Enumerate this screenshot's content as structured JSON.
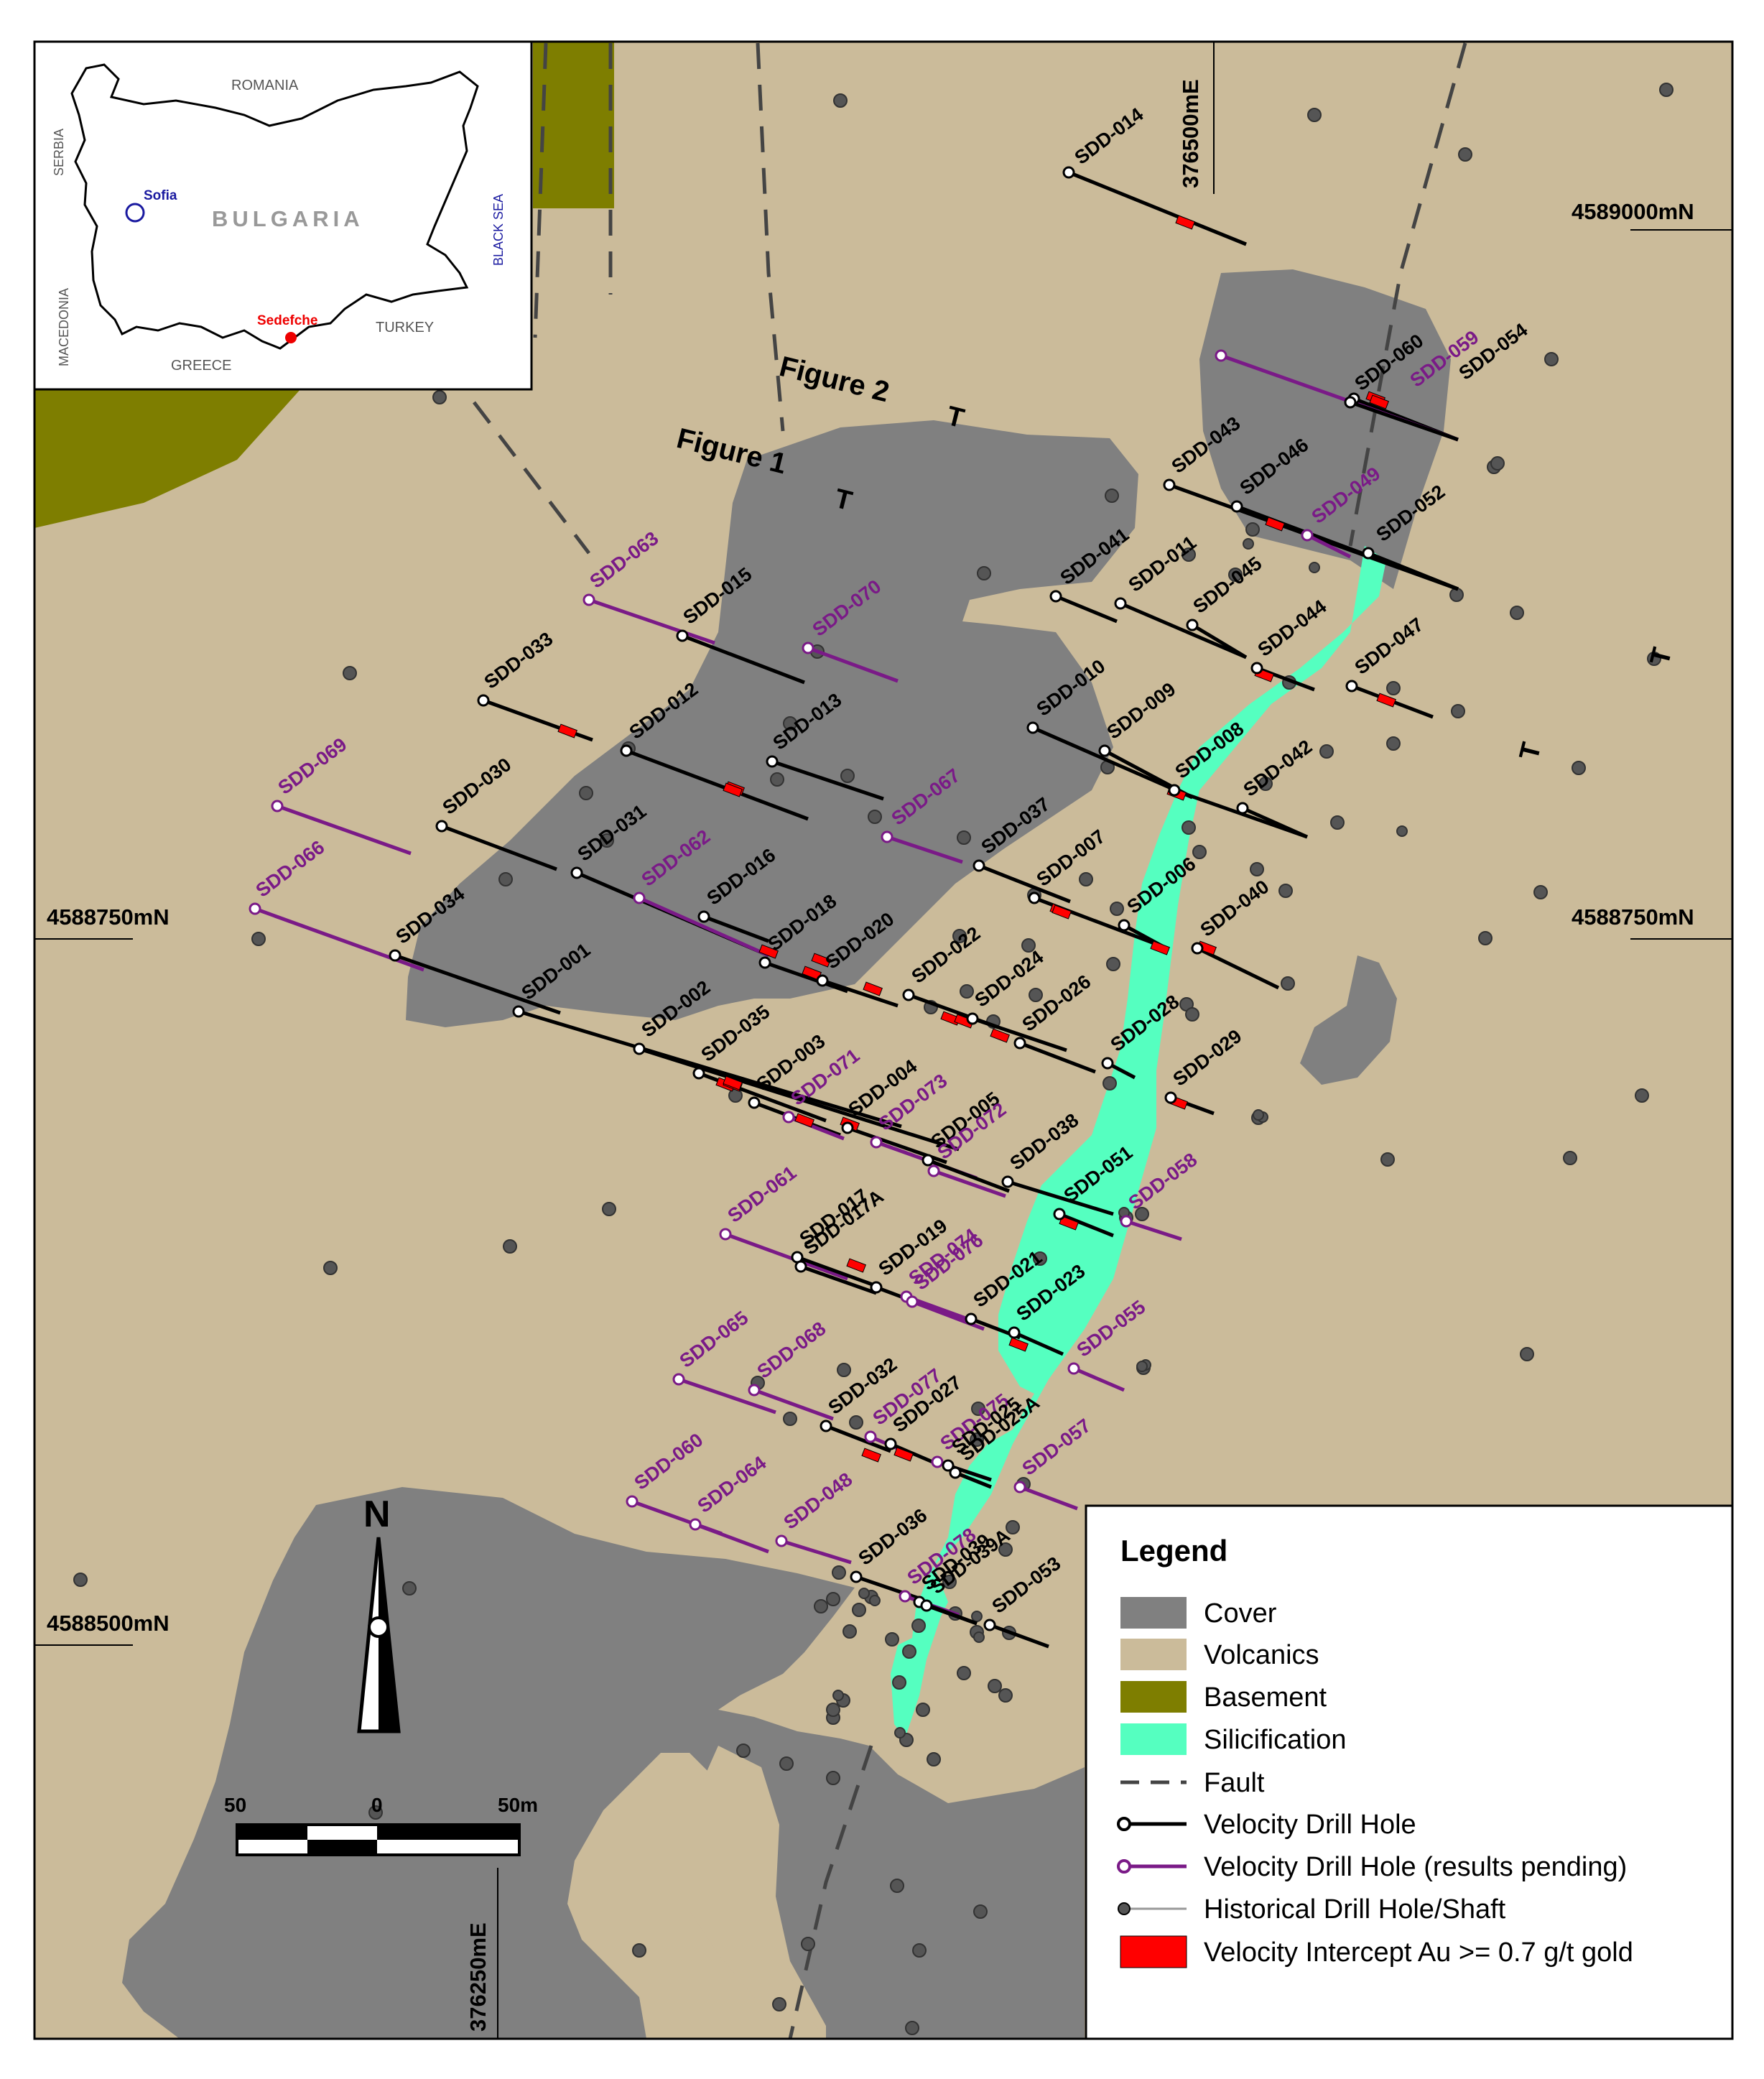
{
  "colors": {
    "cover": "#808080",
    "volcanics": "#cbbb9a",
    "basement": "#7e7e00",
    "silicification": "#55ffc0",
    "velocity": "#000000",
    "pending": "#7a1a87",
    "historical": "#888888",
    "intercept": "#ff0000"
  },
  "grid": {
    "n1": "4589000mN",
    "n2": "4588750mN",
    "n3": "4588750mN",
    "n4": "4588500mN",
    "e1": "376500mE",
    "e2": "376250mE"
  },
  "figures": {
    "f1": "Figure 1",
    "f2": "Figure 2",
    "t": "T"
  },
  "inset": {
    "romania": "ROMANIA",
    "serbia": "SERBIA",
    "sofia": "Sofia",
    "bulgaria": "BULGARIA",
    "black_sea": "BLACK SEA",
    "macedonia": "MACEDONIA",
    "sedefche": "Sedefche",
    "turkey": "TURKEY",
    "greece": "GREECE"
  },
  "north": "N",
  "scale": {
    "left": "50",
    "mid": "0",
    "right": "50m"
  },
  "legend": {
    "title": "Legend",
    "items": [
      {
        "label": "Cover",
        "icon": "cover-swatch"
      },
      {
        "label": "Volcanics",
        "icon": "volcanics-swatch"
      },
      {
        "label": "Basement",
        "icon": "basement-swatch"
      },
      {
        "label": "Silicification",
        "icon": "silicification-swatch"
      },
      {
        "label": "Fault",
        "icon": "fault-line"
      },
      {
        "label": "Velocity Drill Hole",
        "icon": "velocity-hole"
      },
      {
        "label": "Velocity Drill Hole (results pending)",
        "icon": "pending-hole"
      },
      {
        "label": "Historical Drill Hole/Shaft",
        "icon": "historical-hole"
      },
      {
        "label": "Velocity Intercept Au >= 0.7 g/t gold",
        "icon": "intercept-swatch"
      }
    ]
  },
  "drill_holes": [
    {
      "id": "SDD-014",
      "status": "velocity"
    },
    {
      "id": "SDD-060",
      "status": "velocity"
    },
    {
      "id": "SDD-059",
      "status": "pending"
    },
    {
      "id": "SDD-054",
      "status": "velocity"
    },
    {
      "id": "SDD-043",
      "status": "velocity"
    },
    {
      "id": "SDD-046",
      "status": "velocity"
    },
    {
      "id": "SDD-049",
      "status": "pending"
    },
    {
      "id": "SDD-052",
      "status": "velocity"
    },
    {
      "id": "SDD-041",
      "status": "velocity"
    },
    {
      "id": "SDD-011",
      "status": "velocity"
    },
    {
      "id": "SDD-045",
      "status": "velocity"
    },
    {
      "id": "SDD-044",
      "status": "velocity"
    },
    {
      "id": "SDD-047",
      "status": "velocity"
    },
    {
      "id": "SDD-063",
      "status": "pending"
    },
    {
      "id": "SDD-015",
      "status": "velocity"
    },
    {
      "id": "SDD-070",
      "status": "pending"
    },
    {
      "id": "SDD-033",
      "status": "velocity"
    },
    {
      "id": "SDD-012",
      "status": "velocity"
    },
    {
      "id": "SDD-010",
      "status": "velocity"
    },
    {
      "id": "SDD-009",
      "status": "velocity"
    },
    {
      "id": "SDD-008",
      "status": "velocity"
    },
    {
      "id": "SDD-042",
      "status": "velocity"
    },
    {
      "id": "SDD-013",
      "status": "velocity"
    },
    {
      "id": "SDD-069",
      "status": "pending"
    },
    {
      "id": "SDD-030",
      "status": "velocity"
    },
    {
      "id": "SDD-067",
      "status": "pending"
    },
    {
      "id": "SDD-037",
      "status": "velocity"
    },
    {
      "id": "SDD-031",
      "status": "velocity"
    },
    {
      "id": "SDD-062",
      "status": "pending"
    },
    {
      "id": "SDD-016",
      "status": "velocity"
    },
    {
      "id": "SDD-066",
      "status": "pending"
    },
    {
      "id": "SDD-007",
      "status": "velocity"
    },
    {
      "id": "SDD-006",
      "status": "velocity"
    },
    {
      "id": "SDD-040",
      "status": "velocity"
    },
    {
      "id": "SDD-034",
      "status": "velocity"
    },
    {
      "id": "SDD-018",
      "status": "velocity"
    },
    {
      "id": "SDD-020",
      "status": "velocity"
    },
    {
      "id": "SDD-001",
      "status": "velocity"
    },
    {
      "id": "SDD-022",
      "status": "velocity"
    },
    {
      "id": "SDD-024",
      "status": "velocity"
    },
    {
      "id": "SDD-002",
      "status": "velocity"
    },
    {
      "id": "SDD-026",
      "status": "velocity"
    },
    {
      "id": "SDD-035",
      "status": "velocity"
    },
    {
      "id": "SDD-028",
      "status": "velocity"
    },
    {
      "id": "SDD-003",
      "status": "velocity"
    },
    {
      "id": "SDD-029",
      "status": "velocity"
    },
    {
      "id": "SDD-071",
      "status": "pending"
    },
    {
      "id": "SDD-004",
      "status": "velocity"
    },
    {
      "id": "SDD-073",
      "status": "pending"
    },
    {
      "id": "SDD-005",
      "status": "velocity"
    },
    {
      "id": "SDD-072",
      "status": "pending"
    },
    {
      "id": "SDD-038",
      "status": "velocity"
    },
    {
      "id": "SDD-051",
      "status": "velocity"
    },
    {
      "id": "SDD-058",
      "status": "pending"
    },
    {
      "id": "SDD-061",
      "status": "pending"
    },
    {
      "id": "SDD-017",
      "status": "velocity"
    },
    {
      "id": "SDD-017A",
      "status": "velocity"
    },
    {
      "id": "SDD-019",
      "status": "velocity"
    },
    {
      "id": "SDD-074",
      "status": "pending"
    },
    {
      "id": "SDD-021",
      "status": "velocity"
    },
    {
      "id": "SDD-076",
      "status": "pending"
    },
    {
      "id": "SDD-023",
      "status": "velocity"
    },
    {
      "id": "SDD-055",
      "status": "pending"
    },
    {
      "id": "SDD-065",
      "status": "pending"
    },
    {
      "id": "SDD-068",
      "status": "pending"
    },
    {
      "id": "SDD-032",
      "status": "velocity"
    },
    {
      "id": "SDD-077",
      "status": "pending"
    },
    {
      "id": "SDD-027",
      "status": "velocity"
    },
    {
      "id": "SDD-075",
      "status": "pending"
    },
    {
      "id": "SDD-025",
      "status": "velocity"
    },
    {
      "id": "SDD-025A",
      "status": "velocity"
    },
    {
      "id": "SDD-057",
      "status": "pending"
    },
    {
      "id": "SDD-060",
      "status": "pending"
    },
    {
      "id": "SDD-064",
      "status": "pending"
    },
    {
      "id": "SDD-048",
      "status": "pending"
    },
    {
      "id": "SDD-036",
      "status": "velocity"
    },
    {
      "id": "SDD-078",
      "status": "pending"
    },
    {
      "id": "SDD-039",
      "status": "velocity"
    },
    {
      "id": "SDD-039A",
      "status": "velocity"
    },
    {
      "id": "SDD-053",
      "status": "velocity"
    }
  ]
}
